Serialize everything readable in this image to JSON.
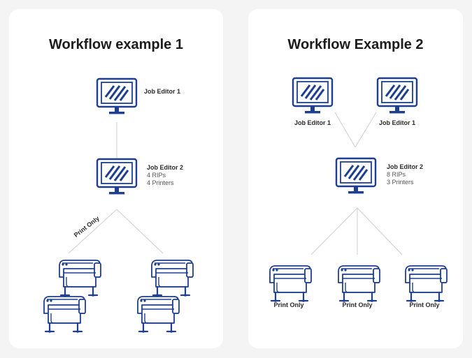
{
  "card1": {
    "title": "Workflow example 1",
    "top_node": {
      "label": "Job Editor 1"
    },
    "mid_node": {
      "label": "Job Editor 2",
      "rips": "4 RIPs",
      "printers": "4 Printers"
    },
    "edge_label": "Print Only"
  },
  "card2": {
    "title": "Workflow Example 2",
    "left_node": {
      "label": "Job Editor 1"
    },
    "right_node": {
      "label": "Job Editor 1"
    },
    "mid_node": {
      "label": "Job Editor 2",
      "rips": "8 RIPs",
      "printers": "3 Printers"
    },
    "printers": [
      {
        "label": "Print Only"
      },
      {
        "label": "Print Only"
      },
      {
        "label": "Print Only"
      }
    ]
  },
  "colors": {
    "accent": "#1e3f8f",
    "line": "#cfcfcf",
    "card": "#ffffff",
    "background": "#f4f4f4"
  },
  "icons": {
    "computer": "monitor-icon",
    "printer": "wide-format-printer-icon"
  }
}
